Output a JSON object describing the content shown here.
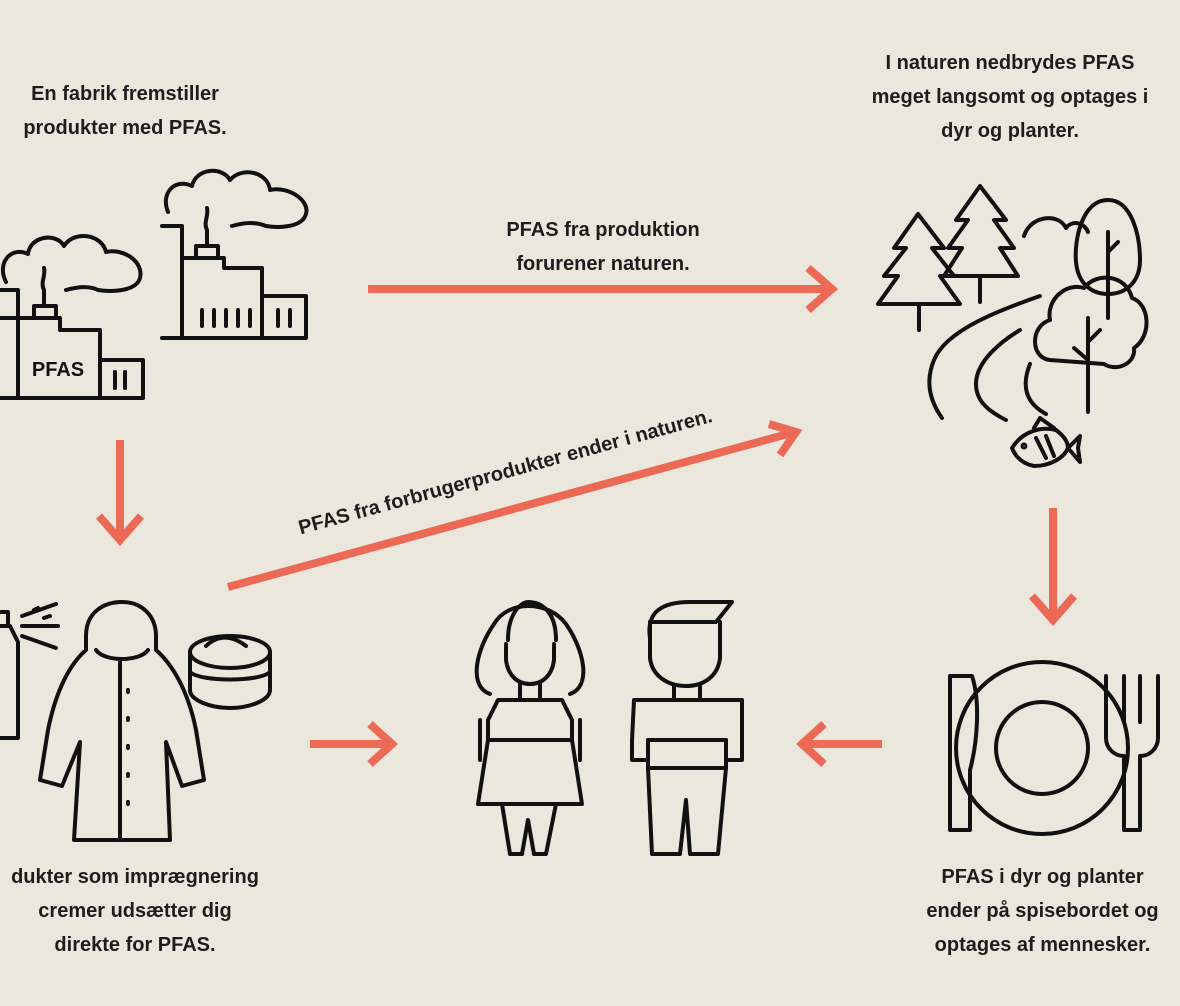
{
  "captions": {
    "factory": [
      "En fabrik fremstiller",
      "produkter med PFAS."
    ],
    "nature": [
      "I naturen nedbrydes PFAS",
      "meget langsomt og optages i",
      "dyr og planter."
    ],
    "products": [
      "dukter som imprægnering",
      "cremer udsætter dig",
      "direkte for PFAS."
    ],
    "food": [
      "PFAS i dyr og planter",
      "ender på spisebordet og",
      "optages af mennesker."
    ]
  },
  "arrows": {
    "production": [
      "PFAS fra produktion",
      "forurener naturen."
    ],
    "consumer": "PFAS fra forbrugerprodukter ender i naturen."
  },
  "factory_label": "PFAS",
  "colors": {
    "background": "#ebe7dc",
    "arrow": "#ec6a55",
    "ink": "#111111"
  },
  "icons": [
    "factory-icon",
    "forest-icon",
    "fish-icon",
    "spray-can-icon",
    "raincoat-icon",
    "cream-jar-icon",
    "woman-icon",
    "man-icon",
    "plate-cutlery-icon"
  ]
}
